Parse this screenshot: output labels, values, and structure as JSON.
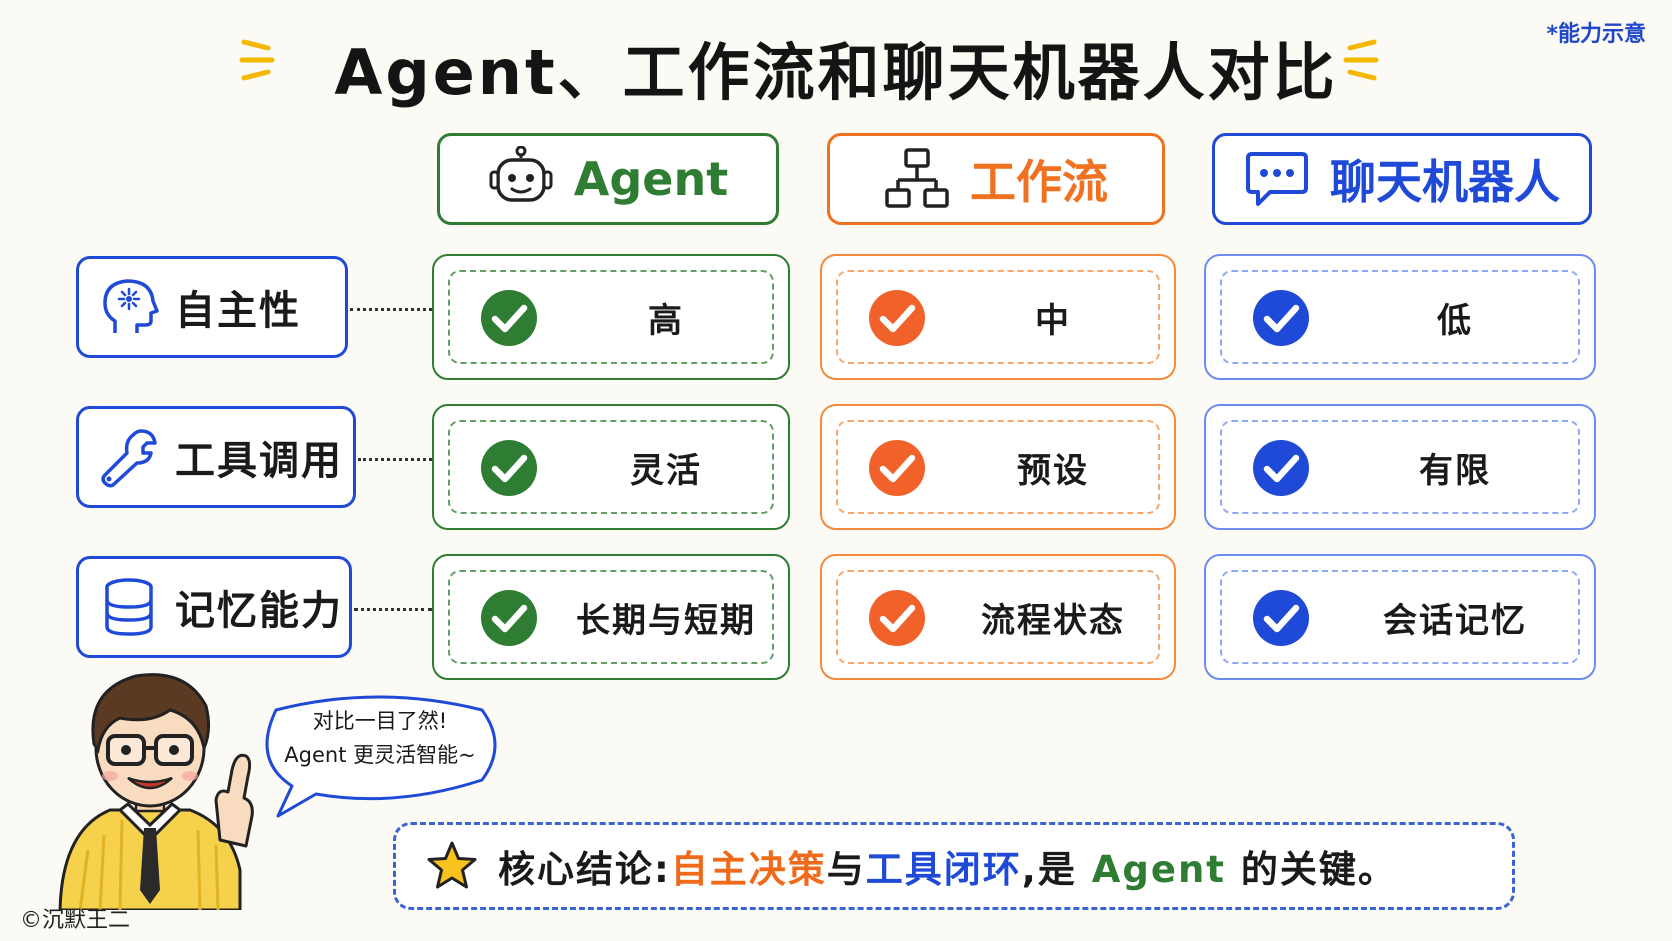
{
  "title": "Agent、工作流和聊天机器人对比",
  "note": "*能力示意",
  "columns": [
    {
      "label": "Agent",
      "icon": "robot-icon",
      "color": "#2e7d32"
    },
    {
      "label": "工作流",
      "icon": "flowchart-icon",
      "color": "#f0711f"
    },
    {
      "label": "聊天机器人",
      "icon": "chat-bubble-icon",
      "color": "#1f4ad8"
    }
  ],
  "rows": [
    {
      "label": "自主性",
      "icon": "brain-head-icon",
      "values": [
        "高",
        "中",
        "低"
      ]
    },
    {
      "label": "工具调用",
      "icon": "wrench-icon",
      "values": [
        "灵活",
        "预设",
        "有限"
      ]
    },
    {
      "label": "记忆能力",
      "icon": "database-icon",
      "values": [
        "长期与短期",
        "流程状态",
        "会话记忆"
      ]
    }
  ],
  "speech_bubble": {
    "line1": "对比一目了然!",
    "line2": "Agent 更灵活智能~"
  },
  "copyright": "©沉默王二",
  "conclusion": {
    "prefix": "核心结论:",
    "part1": "自主决策",
    "joiner": "与",
    "part2": "工具闭环",
    "middle": ",是",
    "part3": "Agent",
    "suffix": "的关键。"
  }
}
